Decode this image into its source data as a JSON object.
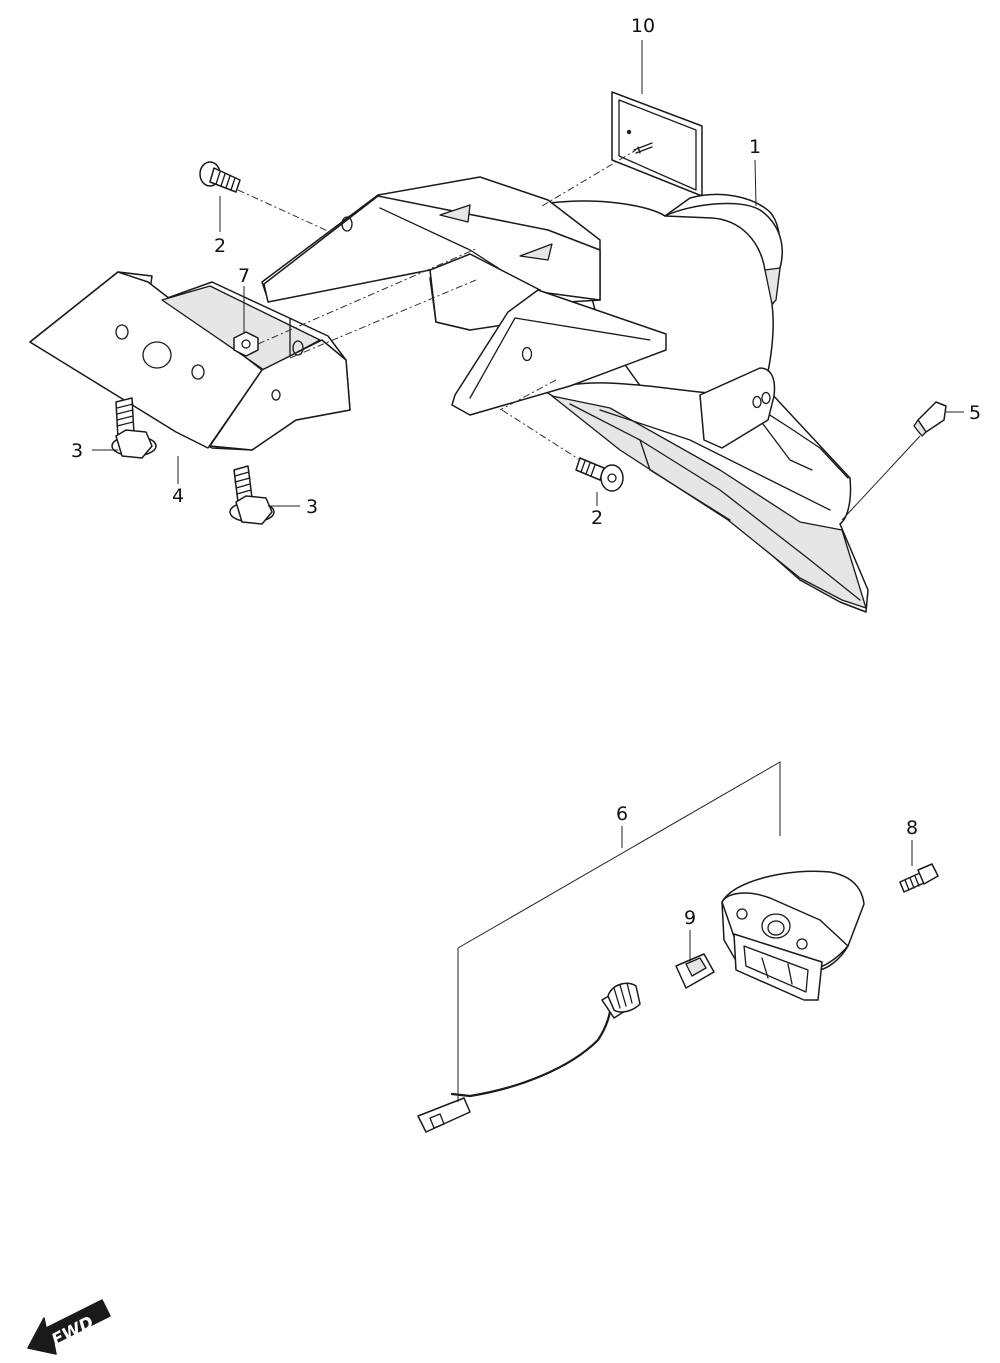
{
  "callouts": {
    "c1": "1",
    "c2a": "2",
    "c2b": "2",
    "c3a": "3",
    "c3b": "3",
    "c4": "4",
    "c5": "5",
    "c6": "6",
    "c7": "7",
    "c8": "8",
    "c9": "9",
    "c10": "10"
  },
  "direction_badge": "FWD"
}
